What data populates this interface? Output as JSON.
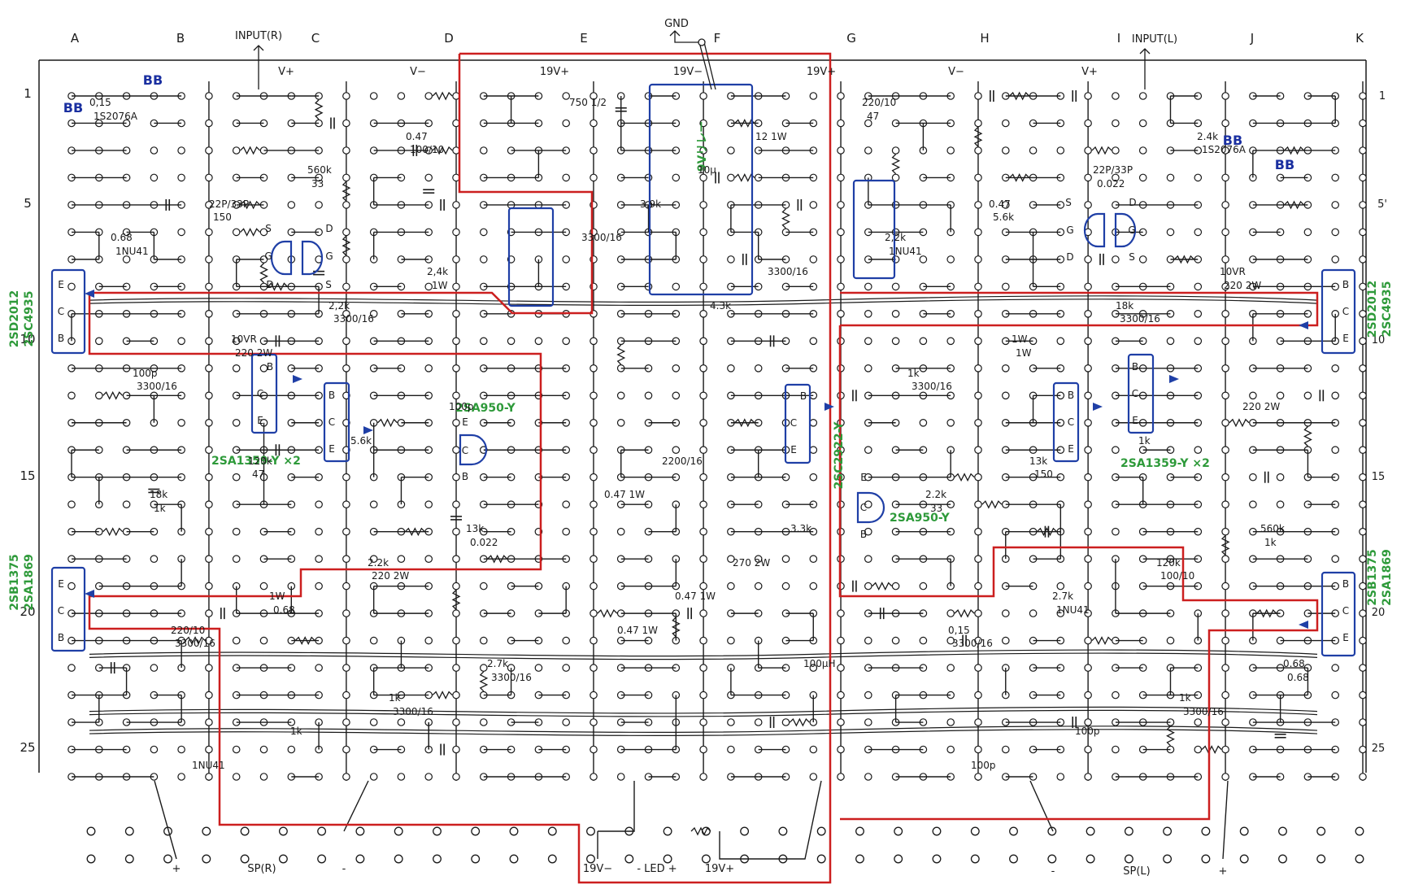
{
  "columns": [
    "A",
    "B",
    "C",
    "D",
    "E",
    "F",
    "G",
    "H",
    "I",
    "J",
    "K"
  ],
  "rows": [
    "1",
    "5",
    "10",
    "15",
    "20",
    "25"
  ],
  "rows_right": [
    "1",
    "5'",
    "10",
    "15",
    "20",
    "25"
  ],
  "colors": {
    "ink": "#1a1a1a",
    "red_outline": "#cc1f1f",
    "blue_box": "#1f3fa6",
    "green_text": "#2e9a3a",
    "blue_text": "#1a2fa0"
  },
  "top_labels": {
    "input_r": "INPUT(R)",
    "input_l": "INPUT(L)",
    "gnd": "GND",
    "rails": [
      "V+",
      "V−",
      "19V+",
      "19V−",
      "19V+",
      "V−",
      "V+"
    ]
  },
  "transistor_labels": {
    "left_upper_a": "2SD2012",
    "left_upper_b": "2SC4935",
    "left_lower_a": "2SB1375",
    "left_lower_b": "2SA1869",
    "right_upper_a": "2SD2012",
    "right_upper_b": "2SC4935",
    "right_lower_a": "2SB1375",
    "right_lower_b": "2SA1869",
    "center_right": "2SA950-Y",
    "center_left": "2SA950-Y",
    "dual_left": "2SA1359-Y ×2",
    "dual_right": "2SA1359-Y ×2",
    "center_vertical": "2SC2922-Y",
    "relay": "9Vリレー"
  },
  "blue_labels": [
    "BB",
    "BB",
    "BB",
    "BB"
  ],
  "pin_labels": {
    "emitter": "E",
    "collector": "C",
    "base": "B",
    "source": "S",
    "drain": "D",
    "gate": "G"
  },
  "component_labels": {
    "left": [
      "0,15",
      "120k",
      "0.47",
      "18k",
      "560k",
      "13k",
      "22P/33P",
      "2.2k",
      "0.68",
      "1W",
      "2,4k",
      "220/10",
      "2,2k",
      "2.7k",
      "10VR",
      "1k",
      "100p",
      "1k",
      "100p",
      "1NU41",
      "5.6k",
      "1S2076A",
      "47",
      "100/10",
      "1k",
      "33",
      "0.022",
      "150",
      "220 2W",
      "1NU41",
      "0.68",
      "1W",
      "3300/16",
      "3300/16",
      "3300/16",
      "220 2W",
      "3300/16",
      "3300/16"
    ],
    "center": [
      "750 1/2",
      "2200/16",
      "12 1W",
      "0.47 1W",
      "10μ",
      "3.3k",
      "3.9k",
      "270 2W",
      "3300/16",
      "0.47 1W",
      "3300/16",
      "0.47 1W",
      "4.3k",
      "100μH"
    ],
    "right": [
      "220/10",
      "13k",
      "2.4k",
      "2.2k",
      "22P/33P",
      "560k",
      "0.47",
      "120k",
      "2,2k",
      "2.7k",
      "10VR",
      "0,15",
      "18k",
      "0.68",
      "1W",
      "1k",
      "1k",
      "100p",
      "220 2W",
      "100p",
      "1k",
      "47",
      "150",
      "1S2076A",
      "33",
      "0.022",
      "1k",
      "5.6k",
      "100/10",
      "1NU41",
      "1NU41",
      "220 2W",
      "3300/16",
      "3300/16",
      "0.68",
      "1W",
      "3300/16",
      "3300/16"
    ]
  },
  "bottom_labels": {
    "sp_r": "SP(R)",
    "sp_l": "SP(L)",
    "plus": "+",
    "minus": "-",
    "v19_minus": "19V−",
    "led": "- LED +",
    "v19_plus": "19V+"
  }
}
